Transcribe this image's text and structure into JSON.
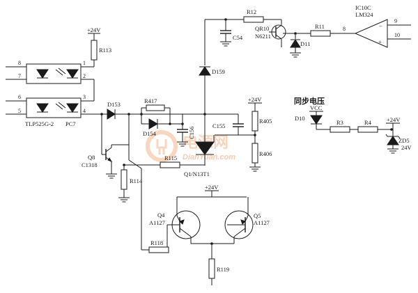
{
  "labels": {
    "ic10c": "IC10C",
    "lm324": "LM324",
    "pin9": "9",
    "pin10": "10",
    "pin8": "8",
    "r11": "R11",
    "r12": "R12",
    "qr10": "QR10",
    "n6211": "N6211",
    "c54": "C54",
    "d11": "D11",
    "d159": "D159",
    "v24_r113": "+24V",
    "r113": "R113",
    "pin1": "1",
    "pin2": "2",
    "pin3": "3",
    "pin4": "4",
    "pin5": "5",
    "pin6": "6",
    "pin7": "7",
    "pin8b": "8",
    "tlp": "TLP525G-2",
    "pc7": "PC7",
    "d153": "D153",
    "r417": "R417",
    "d154": "D154",
    "c156": "C156",
    "c155": "C155",
    "v24_r405": "+24V",
    "r405": "R405",
    "r406": "R406",
    "q8": "Q8",
    "c1318": "C1318",
    "r115": "R115",
    "r114": "R114",
    "q1": "Q1/N13T1",
    "v24_q": "+24V",
    "q4": "Q4",
    "a1127_4": "A1127",
    "q5": "Q5",
    "a1127_5": "A1127",
    "r118": "R118",
    "r119": "R119",
    "sync_title": "同步电压",
    "vcc": "VCC",
    "d10": "D10",
    "r3": "R3",
    "r4": "R4",
    "v24_zd5": "+24V",
    "zd5": "ZD5",
    "zd5_v": "24V"
  },
  "watermark": {
    "text": "电源网",
    "url": "DianYuan.com",
    "color": "#f3b48c"
  }
}
